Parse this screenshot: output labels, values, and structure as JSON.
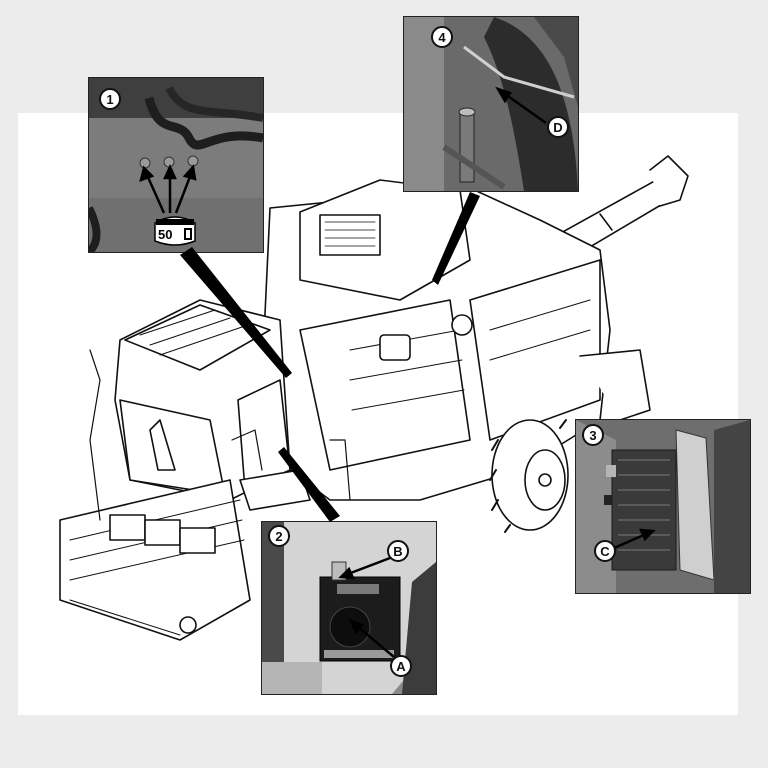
{
  "figure": {
    "insets": [
      {
        "number": "1",
        "letter": "",
        "icon": "grease-fitting-icon",
        "interval_label": "50"
      },
      {
        "number": "2",
        "letters": [
          "B",
          "A"
        ]
      },
      {
        "number": "3",
        "letter": "C"
      },
      {
        "number": "4",
        "letter": "D"
      }
    ]
  },
  "colors": {
    "line": "#111111",
    "photo_dark": "#3a3a3a",
    "photo_mid": "#6e6e6e",
    "photo_light": "#a8a8a8"
  }
}
